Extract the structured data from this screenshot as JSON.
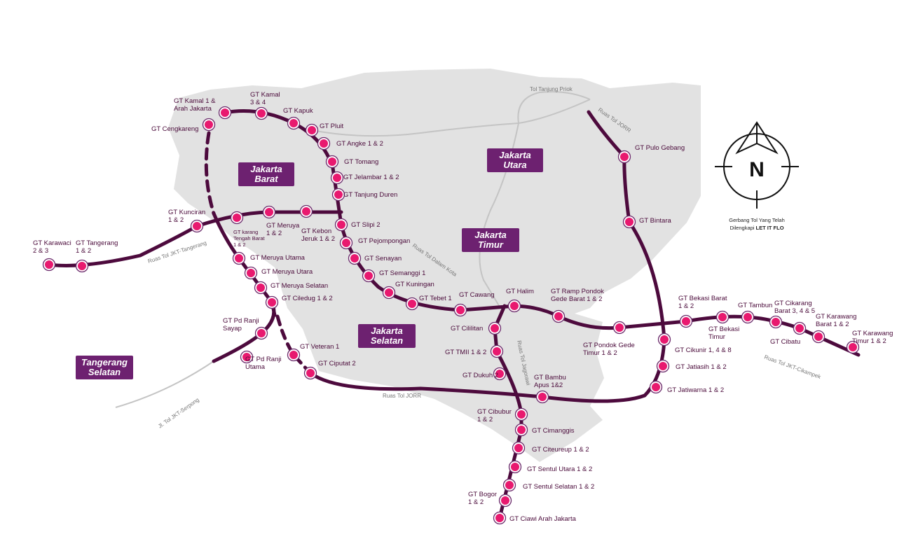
{
  "colors": {
    "line": "#4d0a3d",
    "station_dot": "#e8196f",
    "station_ring": "#6b2a6b",
    "land": "#e2e2e2",
    "road": "#c4c4c4",
    "region_box": "#6d2170"
  },
  "regions": [
    {
      "lines": [
        "Jakarta",
        "Barat"
      ]
    },
    {
      "lines": [
        "Jakarta",
        "Utara"
      ]
    },
    {
      "lines": [
        "Jakarta",
        "Timur"
      ]
    },
    {
      "lines": [
        "Jakarta",
        "Selatan"
      ]
    },
    {
      "lines": [
        "Tangerang",
        "Selatan"
      ]
    }
  ],
  "roads": [
    "Tol Tanjung Priok",
    "Ruas Tol JORR",
    "Ruas Tol Dalam Kota",
    "Ruas  Tol JKT-Tangerang",
    "Ruas Tol Jagorawi",
    "Ruas Tol JORR",
    "Ruas Tol JKT-Cikampek",
    "Jl. Tol JKT-Serpong"
  ],
  "legend": {
    "line1": "Gerbang Tol Yang Telah",
    "line2_prefix": "Dilengkapi ",
    "line2_bold": "LET IT FLO",
    "compass_letter": "N"
  },
  "stations": [
    {
      "lines": [
        "GT Kamal 1 &",
        "Arah Jakarta"
      ]
    },
    {
      "lines": [
        "GT Cengkareng"
      ]
    },
    {
      "lines": [
        "GT Kamal",
        "3 & 4"
      ]
    },
    {
      "lines": [
        "GT Kapuk"
      ]
    },
    {
      "lines": [
        "GT Pluit"
      ]
    },
    {
      "lines": [
        "GT Angke 1 & 2"
      ]
    },
    {
      "lines": [
        "GT Tomang"
      ]
    },
    {
      "lines": [
        "GT Jelambar 1 & 2"
      ]
    },
    {
      "lines": [
        "GT Tanjung Duren"
      ]
    },
    {
      "lines": [
        "GT Slipi 2"
      ]
    },
    {
      "lines": [
        "GT Pejompongan"
      ]
    },
    {
      "lines": [
        "GT Senayan"
      ]
    },
    {
      "lines": [
        "GT Semanggi 1"
      ]
    },
    {
      "lines": [
        "GT Kuningan"
      ]
    },
    {
      "lines": [
        "GT Tebet 1"
      ]
    },
    {
      "lines": [
        "GT Cawang"
      ]
    },
    {
      "lines": [
        "GT Halim"
      ]
    },
    {
      "lines": [
        "GT Ramp Pondok",
        "Gede Barat 1 & 2"
      ]
    },
    {
      "lines": [
        "GT Pondok Gede",
        "Timur 1 & 2"
      ]
    },
    {
      "lines": [
        "GT Bekasi Barat",
        "1 & 2"
      ]
    },
    {
      "lines": [
        "GT Bekasi",
        "Timur"
      ]
    },
    {
      "lines": [
        "GT Tambun"
      ]
    },
    {
      "lines": [
        "GT Cikarang",
        "Barat 3, 4 & 5"
      ]
    },
    {
      "lines": [
        "GT Cibatu"
      ]
    },
    {
      "lines": [
        "GT Karawang",
        "Barat 1 & 2"
      ]
    },
    {
      "lines": [
        "GT Karawang",
        "Timur 1 & 2"
      ]
    },
    {
      "lines": [
        "GT Cililitan"
      ]
    },
    {
      "lines": [
        "GT TMII 1 & 2"
      ]
    },
    {
      "lines": [
        "GT Dukuh 2"
      ]
    },
    {
      "lines": [
        "GT Bambu",
        "Apus 1&2"
      ]
    },
    {
      "lines": [
        "GT Cibubur",
        "1 & 2"
      ]
    },
    {
      "lines": [
        "GT Cimanggis"
      ]
    },
    {
      "lines": [
        "GT Citeureup 1 & 2"
      ]
    },
    {
      "lines": [
        "GT Sentul Utara 1 & 2"
      ]
    },
    {
      "lines": [
        "GT Sentul Selatan 1 & 2"
      ]
    },
    {
      "lines": [
        "GT Bogor",
        "1 & 2"
      ]
    },
    {
      "lines": [
        "GT Ciawi Arah Jakarta"
      ]
    },
    {
      "lines": [
        "GT Pulo Gebang"
      ]
    },
    {
      "lines": [
        "GT Bintara"
      ]
    },
    {
      "lines": [
        "GT Cikunir 1, 4 & 8"
      ]
    },
    {
      "lines": [
        "GT Jatiasih 1 & 2"
      ]
    },
    {
      "lines": [
        "GT Jatiwarna 1 &  2"
      ]
    },
    {
      "lines": [
        "GT Kunciran",
        "1 & 2"
      ]
    },
    {
      "lines": [
        "GT karang",
        "Tengah Barat",
        "1 & 2"
      ]
    },
    {
      "lines": [
        "GT Meruya",
        "1 & 2"
      ]
    },
    {
      "lines": [
        "GT Kebon",
        "Jeruk 1 & 2"
      ]
    },
    {
      "lines": [
        "GT Karawaci",
        "2 & 3"
      ]
    },
    {
      "lines": [
        "GT  Tangerang",
        "1 & 2"
      ]
    },
    {
      "lines": [
        "GT Meruya Utama"
      ]
    },
    {
      "lines": [
        "GT Meruya Utara"
      ]
    },
    {
      "lines": [
        "GT Meruya Selatan"
      ]
    },
    {
      "lines": [
        "GT Ciledug 1 & 2"
      ]
    },
    {
      "lines": [
        "GT Pd Ranji",
        "Sayap"
      ]
    },
    {
      "lines": [
        "GT Veteran 1"
      ]
    },
    {
      "lines": [
        "GT Pd Ranji",
        "Utama"
      ]
    },
    {
      "lines": [
        "GT Ciputat 2"
      ]
    }
  ]
}
